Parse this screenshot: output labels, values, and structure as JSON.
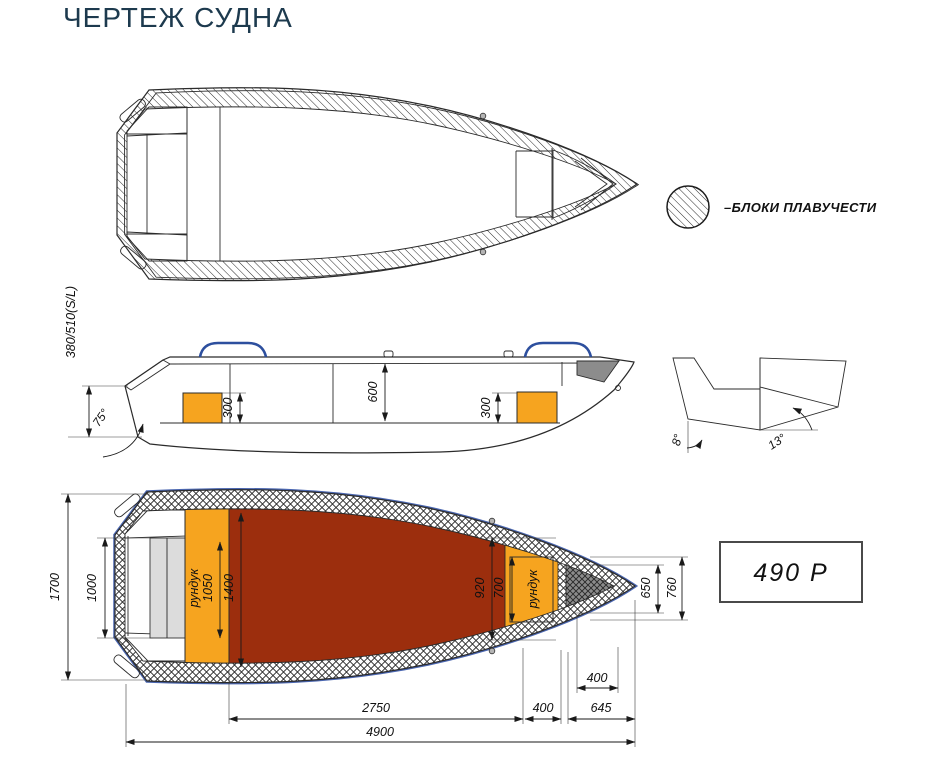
{
  "title": "ЧЕРТЕЖ СУДНА",
  "legend": {
    "label": "–БЛОКИ ПЛАВУЧЕСТИ",
    "symbol": "hatched-circle"
  },
  "model_badge": {
    "label": "490 Р"
  },
  "side_view": {
    "transom_height": "380/510(S/L)",
    "transom_angle": "75°",
    "cockpit_depth": "600",
    "aft_locker_height": "300",
    "bow_locker_height": "300"
  },
  "section_view": {
    "aft_deadrise": "8°",
    "main_deadrise": "13°"
  },
  "bottom_view": {
    "overall_beam": "1700",
    "transom_width": "1000",
    "aft_locker_label": "рундук",
    "aft_locker_width": "1050",
    "cockpit_width": "1400",
    "bow_cockpit_width": "920",
    "bow_locker_width": "700",
    "bow_locker_label": "рундук",
    "bow_width_inner": "650",
    "bow_width_outer": "760",
    "bow_hatch_length": "400",
    "cockpit_length": "2750",
    "bow_locker_length": "400",
    "bow_deck_length": "645",
    "overall_length": "4900"
  },
  "colors": {
    "title_navy": "#1d3a4e",
    "locker_orange": "#f6a41f",
    "floor_red": "#9c2e0d",
    "hull_gray": "#e4e4e4",
    "platform_gray": "#dcdcdc",
    "bow_gray": "#8c8c8c",
    "rail_blue": "#2d4f9e",
    "rim_blue": "#4a66b0",
    "line_dark": "#2b2b2b"
  }
}
